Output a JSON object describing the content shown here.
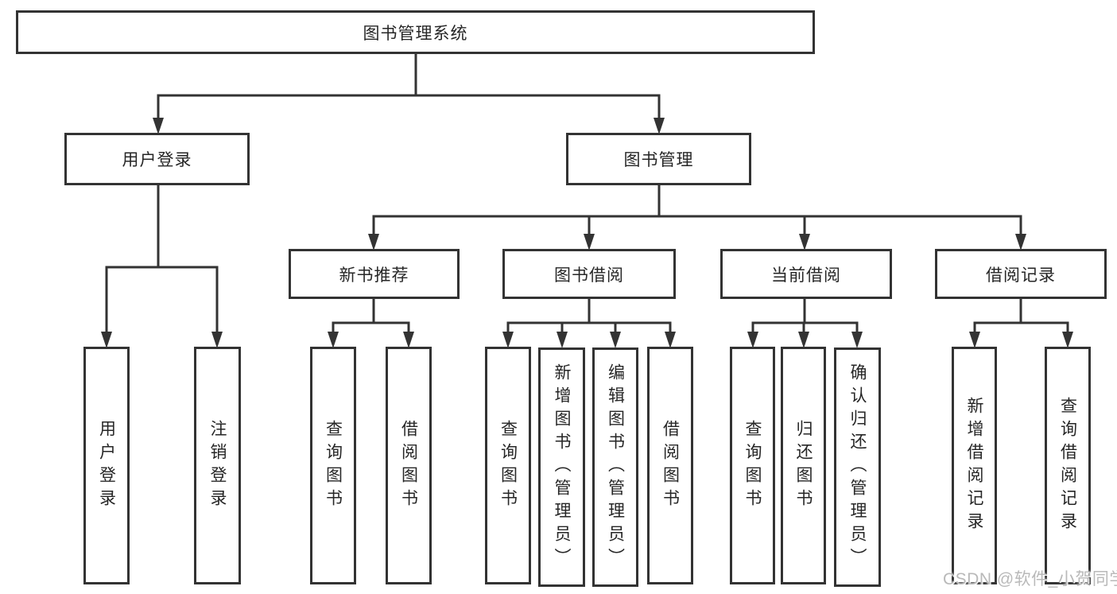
{
  "tree": {
    "root": "图书管理系统",
    "children": [
      {
        "label": "用户登录",
        "children": [
          "用户登录",
          "注销登录"
        ]
      },
      {
        "label": "图书管理",
        "children": [
          {
            "label": "新书推荐",
            "children": [
              "查询图书",
              "借阅图书"
            ]
          },
          {
            "label": "图书借阅",
            "children": [
              "查询图书",
              "新增图书（管理员）",
              "编辑图书（管理员）",
              "借阅图书"
            ]
          },
          {
            "label": "当前借阅",
            "children": [
              "查询图书",
              "归还图书",
              "确认归还（管理员）"
            ]
          },
          {
            "label": "借阅记录",
            "children": [
              "新增借阅记录",
              "查询借阅记录"
            ]
          }
        ]
      }
    ]
  },
  "watermark": {
    "text": "CSDN @软件_小贺同学"
  },
  "colors": {
    "line": "#333333",
    "text": "#262626",
    "watermark": "#b9b9b9",
    "background": "#ffffff"
  }
}
